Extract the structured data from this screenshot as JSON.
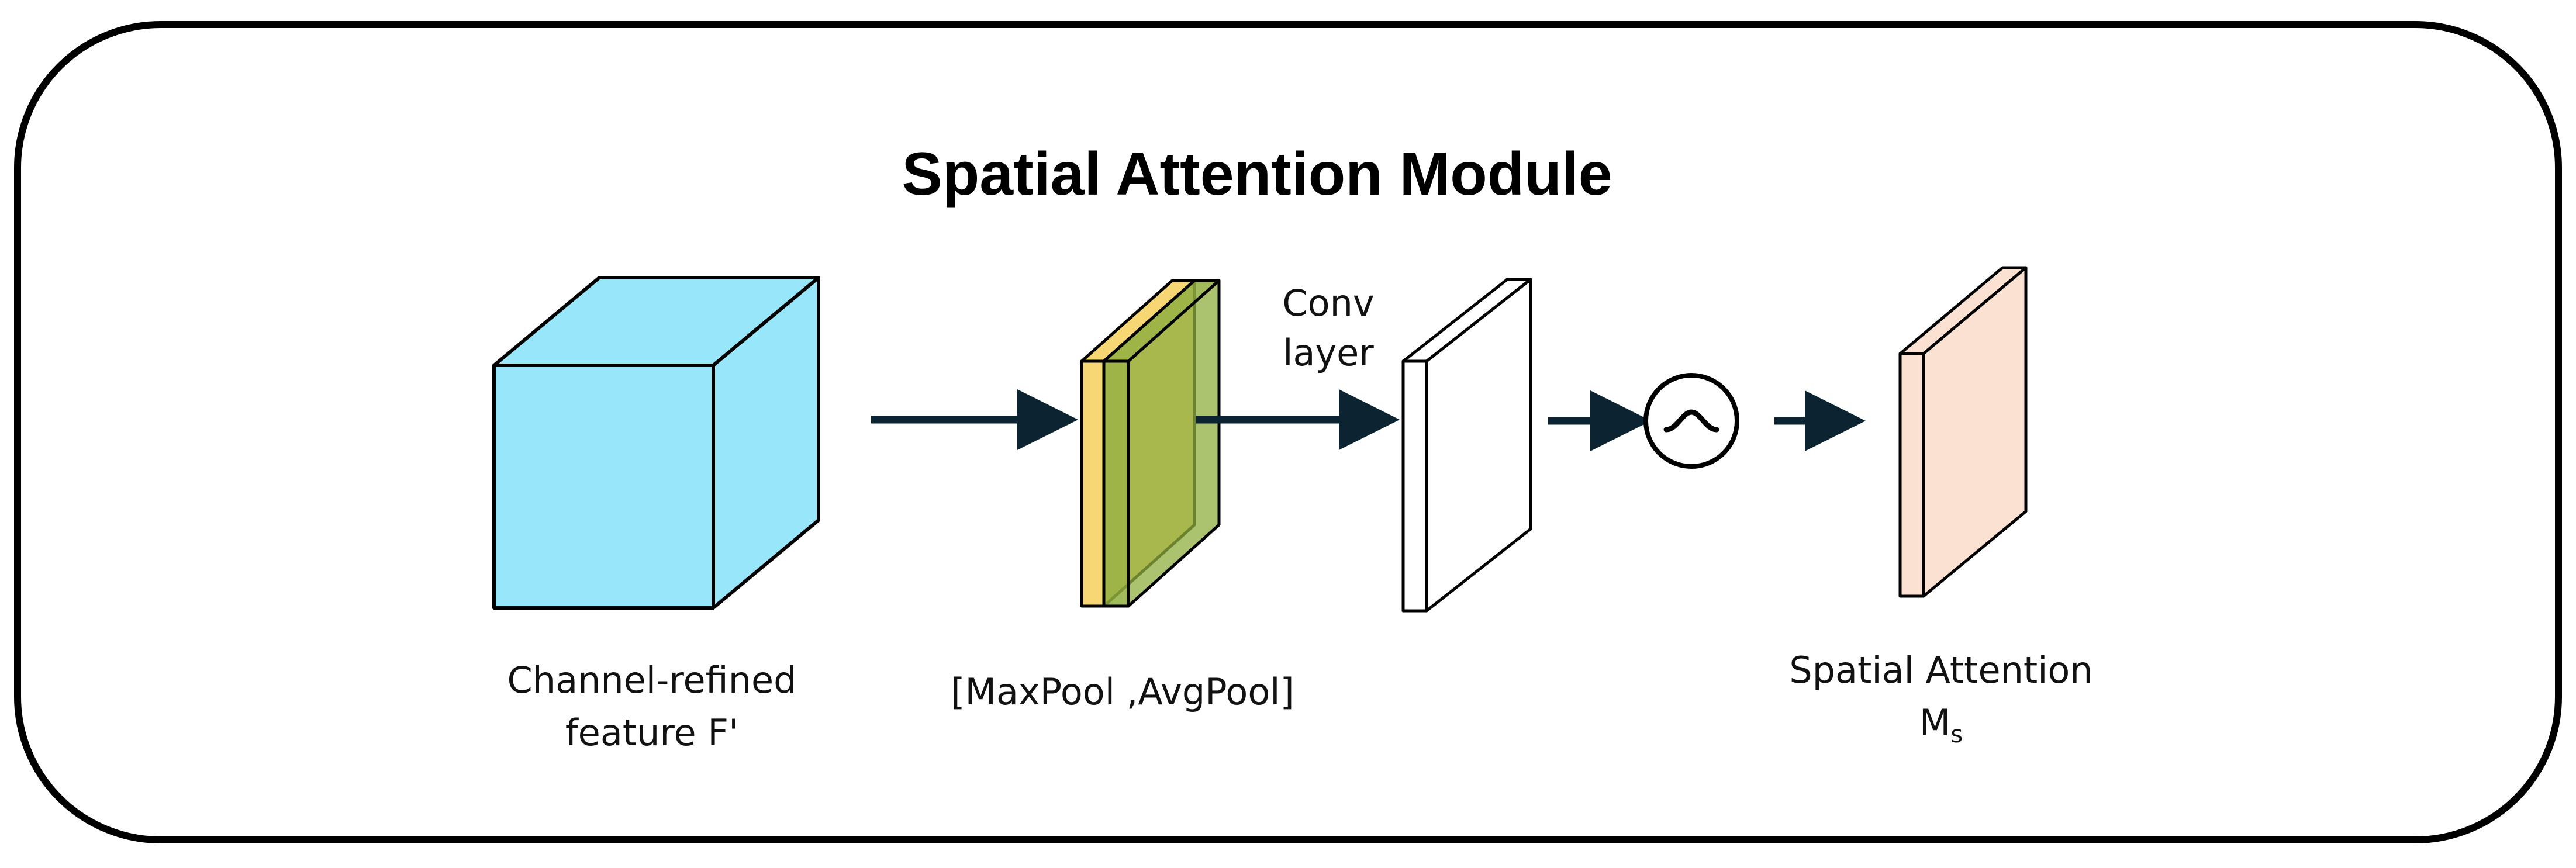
{
  "title": "Spatial Attention Module",
  "labels": {
    "input_line1": "Channel-refined",
    "input_line2": "feature F'",
    "pool": "[MaxPool ,AvgPool]",
    "conv_line1": "Conv",
    "conv_line2": "layer",
    "output_line1": "Spatial Attention",
    "output_symbol": "M",
    "output_subscript": "s"
  },
  "colors": {
    "input_cube": "#97E6F9",
    "maxpool_map": "#F7D774",
    "avgpool_map": "#8FAE3F",
    "conv_map": "#FFFFFF",
    "output_map": "#FBE1D2",
    "arrow": "#0C2331"
  },
  "icons": {
    "sigmoid": "sigmoid-icon"
  }
}
